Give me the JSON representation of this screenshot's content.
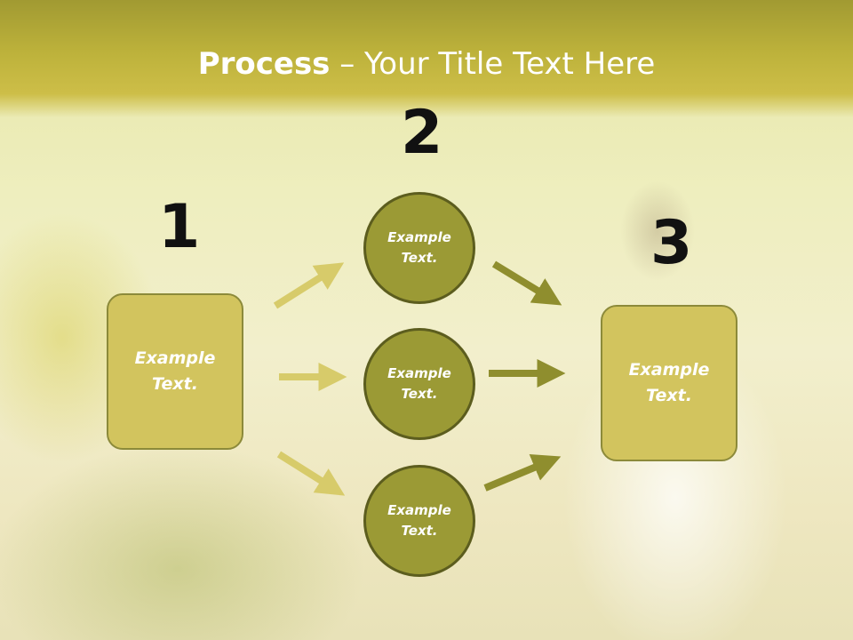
{
  "title": {
    "bold": "Process",
    "rest": " – Your Title Text Here"
  },
  "steps": {
    "one": {
      "number": "1",
      "box_text": "Example Text."
    },
    "two": {
      "number": "2",
      "circles": [
        {
          "text": "Example Text."
        },
        {
          "text": "Example Text."
        },
        {
          "text": "Example Text."
        }
      ]
    },
    "three": {
      "number": "3",
      "box_text": "Example Text."
    }
  },
  "colors": {
    "header": "#bdb23b",
    "box_fill": "#d2c45e",
    "circle_fill": "#9b9a35",
    "arrow_light": "#d7cb6a",
    "arrow_dark": "#8f8e2e"
  }
}
